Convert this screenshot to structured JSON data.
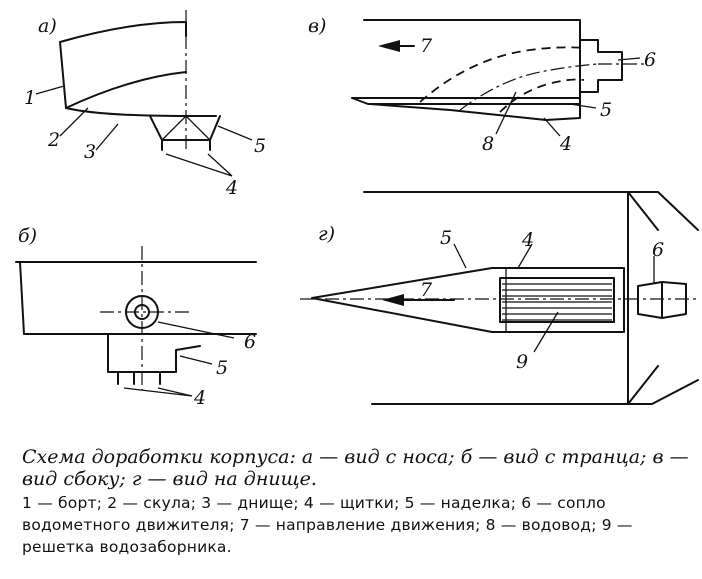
{
  "views": {
    "a": "а)",
    "b": "б)",
    "v": "в)",
    "g": "г)"
  },
  "callouts": {
    "a": [
      "1",
      "2",
      "3",
      "4",
      "5"
    ],
    "b": [
      "6",
      "5",
      "4"
    ],
    "v": [
      "7",
      "6",
      "5",
      "8",
      "4"
    ],
    "g": [
      "5",
      "4",
      "6",
      "7",
      "9"
    ]
  },
  "caption": {
    "title": "Схема доработки корпуса: а — вид с носа; б — вид с транца; в — вид сбоку; г — вид на днище.",
    "legend": "1 — борт; 2 — скула; 3 — днище; 4 — щитки; 5 — наделка; 6 — сопло водометного движителя; 7 — направление движения; 8 — водовод; 9 — решетка водозаборника."
  }
}
